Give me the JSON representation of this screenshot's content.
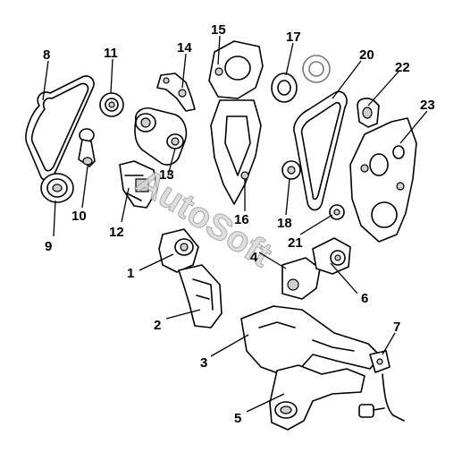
{
  "watermark": "AutoSoft",
  "callouts": {
    "c1": "1",
    "c2": "2",
    "c3": "3",
    "c4": "4",
    "c5": "5",
    "c6": "6",
    "c7": "7",
    "c8": "8",
    "c9": "9",
    "c10": "10",
    "c11": "11",
    "c12": "12",
    "c13": "13",
    "c14": "14",
    "c15": "15",
    "c16": "16",
    "c17": "17",
    "c18": "18",
    "c20": "20",
    "c21": "21",
    "c22": "22",
    "c23": "23"
  }
}
